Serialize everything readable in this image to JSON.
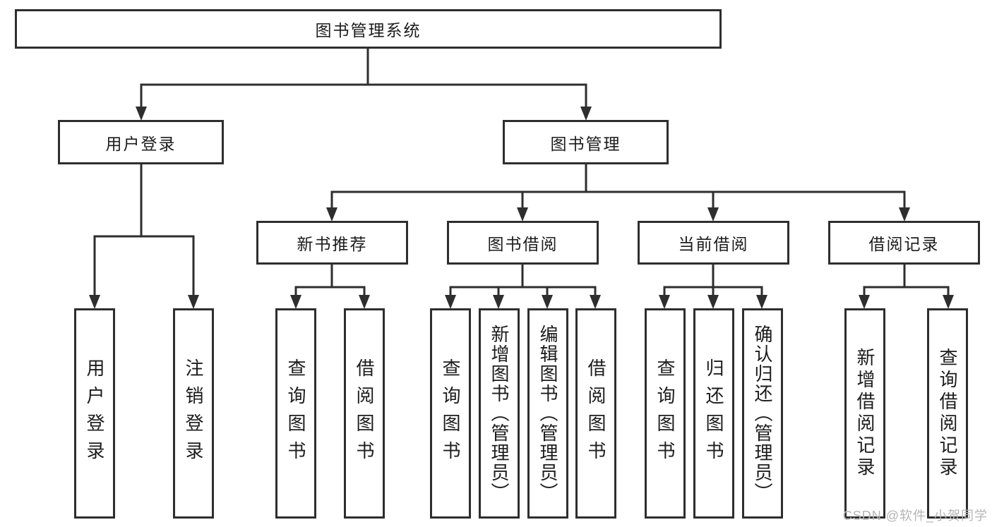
{
  "diagram": {
    "title_node": {
      "label": "图书管理系统"
    },
    "level2": [
      {
        "label": "用户登录"
      },
      {
        "label": "图书管理"
      }
    ],
    "level3": [
      {
        "label": "新书推荐"
      },
      {
        "label": "图书借阅"
      },
      {
        "label": "当前借阅"
      },
      {
        "label": "借阅记录"
      }
    ],
    "leaves": {
      "user_login": [
        {
          "label": "用户登录"
        },
        {
          "label": "注销登录"
        }
      ],
      "new_book_recommend": [
        {
          "label": "查询图书"
        },
        {
          "label": "借阅图书"
        }
      ],
      "book_borrow": [
        {
          "label": "查询图书"
        },
        {
          "label": "新增图书（管理员）"
        },
        {
          "label": "编辑图书（管理员）"
        },
        {
          "label": "借阅图书"
        }
      ],
      "current_borrow": [
        {
          "label": "查询图书"
        },
        {
          "label": "归还图书"
        },
        {
          "label": "确认归还（管理员）"
        }
      ],
      "borrow_records": [
        {
          "label": "新增借阅记录"
        },
        {
          "label": "查询借阅记录"
        }
      ]
    },
    "colors": {
      "line": "#2e2e2e",
      "text": "#1c1c1c",
      "box_background": "#ffffff",
      "watermark": "#b5b5b5"
    }
  },
  "watermark": {
    "text": "CSDN @软件_小贺同学"
  }
}
